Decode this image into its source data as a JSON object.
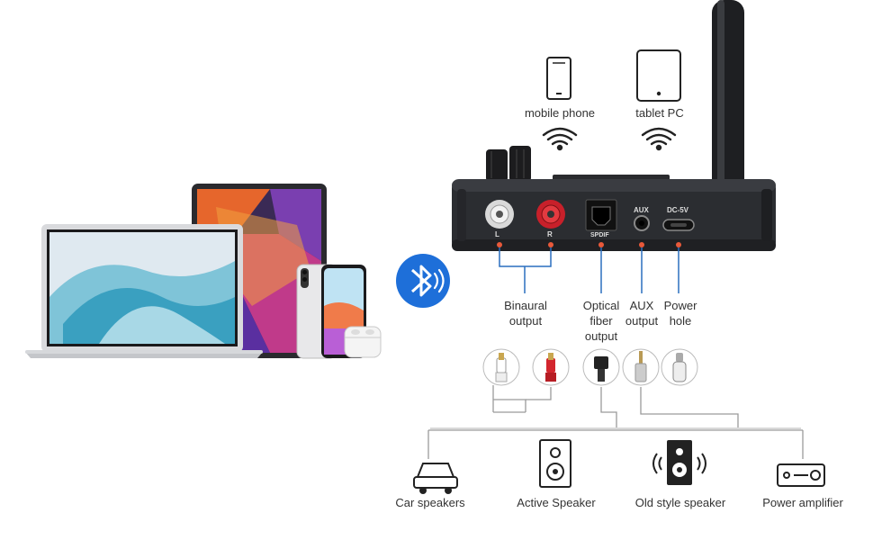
{
  "sources": {
    "phone_label": "mobile phone",
    "tablet_label": "tablet PC"
  },
  "device": {
    "port_L": "L",
    "port_R": "R",
    "port_spdif": "SPDIF",
    "port_aux": "AUX",
    "port_dc": "DC-5V"
  },
  "outputs": {
    "binaural": "Binaural\noutput",
    "optical": "Optical\nfiber\noutput",
    "aux": "AUX\noutput",
    "power": "Power\nhole"
  },
  "targets": {
    "car": "Car speakers",
    "active": "Active Speaker",
    "old_style": "Old style speaker",
    "amplifier": "Power amplifier"
  },
  "colors": {
    "bluetooth": "#1e6fd9",
    "connector_line": "#2a6fbf",
    "port_dot": "#e8593a",
    "device_body": "#2b2d31",
    "red_rca": "#c8202a"
  },
  "icons": [
    "bluetooth-icon",
    "wifi-signal-icon",
    "car-icon",
    "active-speaker-icon",
    "old-speaker-icon",
    "amplifier-icon"
  ]
}
